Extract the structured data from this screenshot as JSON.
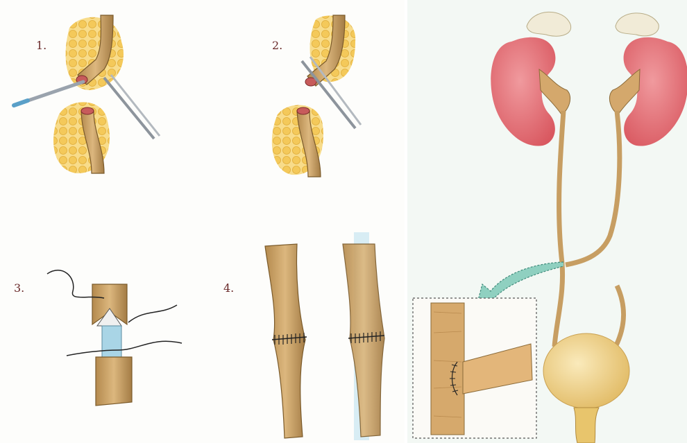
{
  "steps": [
    {
      "label": "1."
    },
    {
      "label": "2."
    },
    {
      "label": "3."
    },
    {
      "label": "4."
    }
  ],
  "colors": {
    "ureter": "#cda46a",
    "ureter_dark": "#8a6a38",
    "fat": "#f4c95a",
    "kidney": "#e4737a",
    "adrenal": "#f1ebd7",
    "bladder": "#f3d58e",
    "arrow": "#8fd0c0",
    "stent": "#a9d5e6",
    "suture": "#222222"
  }
}
